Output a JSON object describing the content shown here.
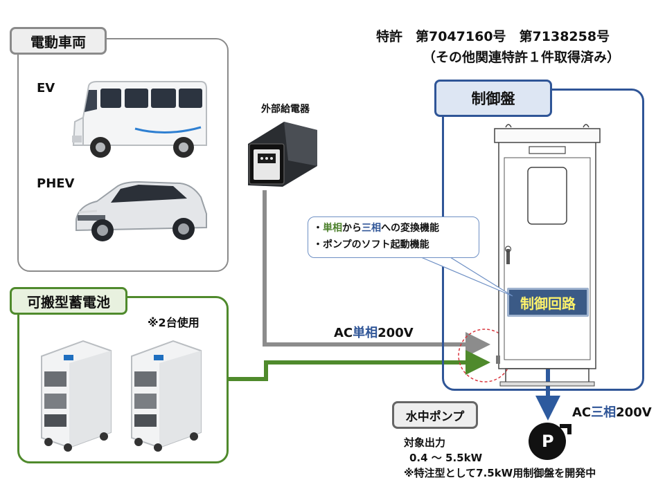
{
  "patent": {
    "line1": "特許　第7047160号　第7138258号",
    "line2": "（その他関連特許１件取得済み）"
  },
  "vehicles": {
    "title": "電動車両",
    "ev_label": "EV",
    "phev_label": "PHEV"
  },
  "battery": {
    "title": "可搬型蓄電池",
    "note": "※2台使用"
  },
  "charger": {
    "title": "外部給電器"
  },
  "control_panel": {
    "title": "制御盤",
    "circuit_label": "制御回路"
  },
  "callout": {
    "line1": {
      "p1": "・",
      "p2": "単相",
      "p3": "から",
      "p4": "三相",
      "p5": "への変換機能"
    },
    "line2": "・ポンプのソフト起動機能"
  },
  "ac_single": {
    "pre": "AC",
    "mid": "単相",
    "post": "200V"
  },
  "ac_three": {
    "pre": "AC",
    "mid": "三相",
    "post": "200V"
  },
  "pump": {
    "title": "水中ポンプ",
    "symbol": "P",
    "output_label": "対象出力",
    "output_range": "0.4 ～ 5.5kW",
    "dev_note": "※特注型として7.5kW用制御盤を開発中"
  },
  "colors": {
    "gray_line": "#8c8c8c",
    "green_line": "#4f8a2c",
    "blue_line": "#2d5a9e",
    "accent_green": "#4b7f2a",
    "accent_blue": "#2f5597",
    "circuit_bg": "#3b5a86",
    "circuit_text": "#fff36b"
  }
}
